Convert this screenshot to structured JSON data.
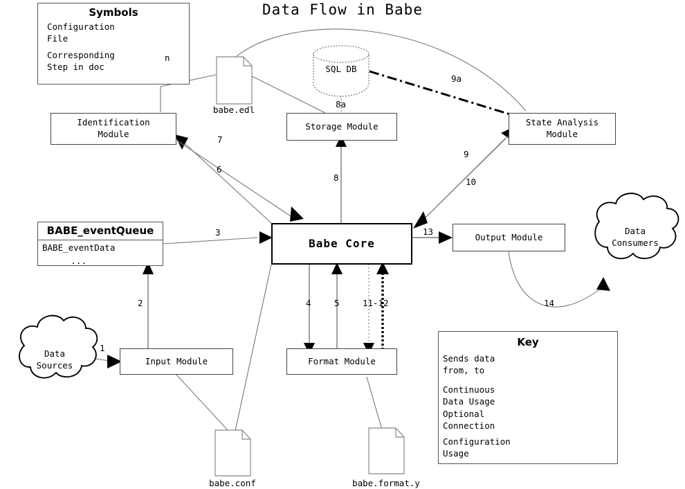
{
  "title": "Data Flow in Babe",
  "symbols_panel": {
    "title": "Symbols",
    "rows": [
      {
        "label": "Configuration\nFile",
        "glyph": "file-icon"
      },
      {
        "label": "Corresponding\nStep in doc",
        "glyph": "n"
      }
    ]
  },
  "key_panel": {
    "title": "Key",
    "rows": [
      {
        "label": "Sends data\nfrom, to",
        "style": "solid-arrow"
      },
      {
        "label": "Continuous\nData Usage",
        "style": "dash-dot"
      },
      {
        "label": "Optional\nConnection",
        "style": "dotted"
      },
      {
        "label": "Configuration\nUsage",
        "style": "thin-solid"
      }
    ]
  },
  "nodes": {
    "identification_module": "Identification\nModule",
    "storage_module": "Storage Module",
    "state_analysis_module": "State Analysis\nModule",
    "sql_db": "SQL DB",
    "babe_core": "Babe Core",
    "output_module": "Output Module",
    "input_module": "Input Module",
    "format_module": "Format Module",
    "data_sources": "Data\nSources",
    "data_consumers": "Data\nConsumers"
  },
  "event_queue": {
    "title": "BABE_eventQueue",
    "body": "BABE_eventData\n..."
  },
  "files": [
    {
      "name": "babe.edl"
    },
    {
      "name": "babe.conf"
    },
    {
      "name": "babe.format.y"
    }
  ],
  "edge_labels": [
    {
      "id": "1",
      "text": "1"
    },
    {
      "id": "2",
      "text": "2"
    },
    {
      "id": "3",
      "text": "3"
    },
    {
      "id": "4",
      "text": "4"
    },
    {
      "id": "5",
      "text": "5"
    },
    {
      "id": "6",
      "text": "6"
    },
    {
      "id": "7",
      "text": "7"
    },
    {
      "id": "8",
      "text": "8"
    },
    {
      "id": "8a",
      "text": "8a"
    },
    {
      "id": "9",
      "text": "9"
    },
    {
      "id": "9a",
      "text": "9a"
    },
    {
      "id": "10",
      "text": "10"
    },
    {
      "id": "11-12",
      "text": "11-12"
    },
    {
      "id": "13",
      "text": "13"
    },
    {
      "id": "14",
      "text": "14"
    }
  ],
  "colors": {
    "stroke": "#000000",
    "thin_stroke": "#777777",
    "box_border": "#444444",
    "background": "#ffffff"
  }
}
